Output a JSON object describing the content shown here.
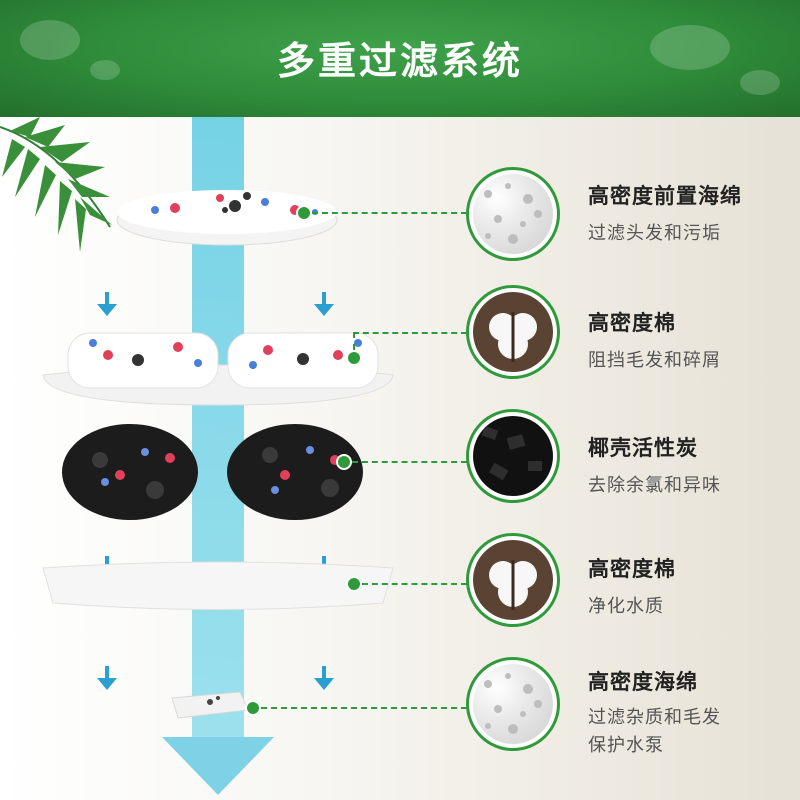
{
  "header": {
    "title": "多重过滤系统"
  },
  "colors": {
    "brand_green": "#2f9a3b",
    "water_blue": "#7fd2e6",
    "arrow_blue": "#2a9fd0"
  },
  "features": [
    {
      "title": "高密度前置海绵",
      "desc": "过滤头发和污垢",
      "icon": "sponge-texture"
    },
    {
      "title": "高密度棉",
      "desc": "阻挡毛发和碎屑",
      "icon": "cotton-boll"
    },
    {
      "title": "椰壳活性炭",
      "desc": "去除余氯和异味",
      "icon": "charcoal-granules"
    },
    {
      "title": "高密度棉",
      "desc": "净化水质",
      "icon": "cotton-boll"
    },
    {
      "title": "高密度海绵",
      "desc": "过滤杂质和毛发",
      "desc2": "保护水泵",
      "icon": "sponge-texture"
    }
  ]
}
